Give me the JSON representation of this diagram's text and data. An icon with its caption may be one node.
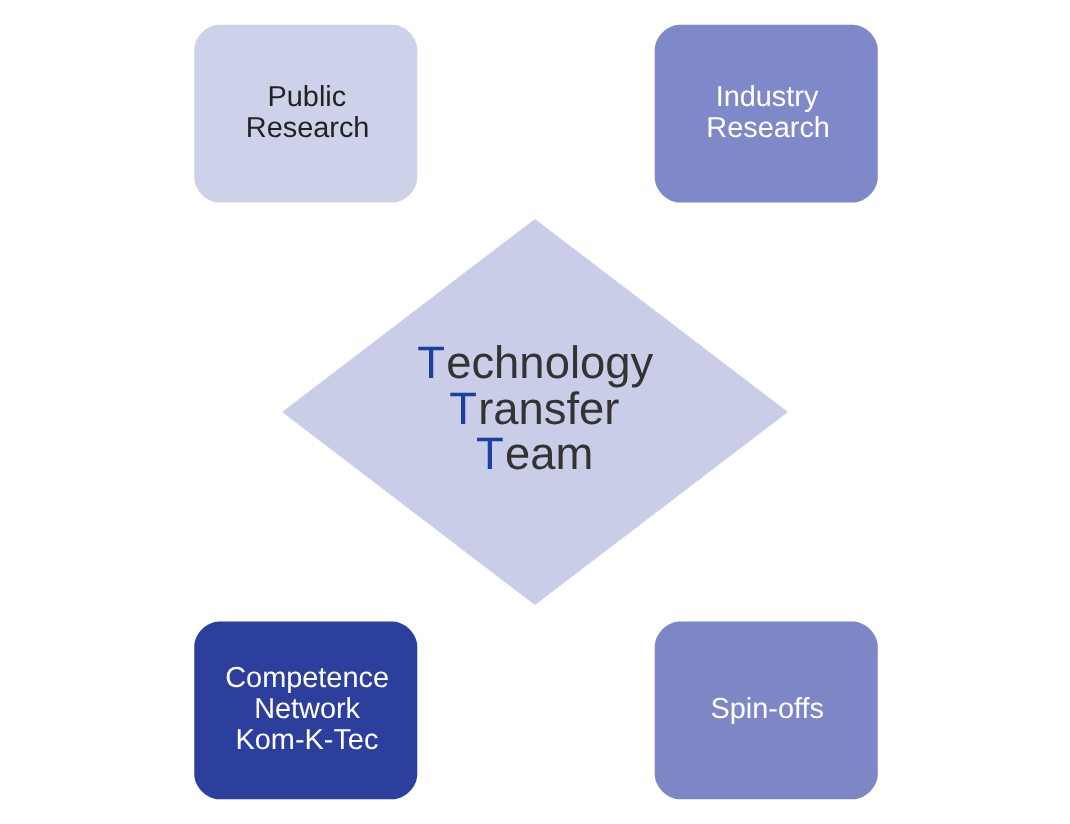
{
  "diagram": {
    "nodes": [
      {
        "text": [
          "Public Research"
        ]
      },
      {
        "text": [
          "Industry Research"
        ]
      },
      {
        "text": [
          "Technology Transfer Team"
        ]
      },
      {
        "text": [
          "Competence Network Kom-K-Tec"
        ]
      },
      {
        "text": [
          "Spin-offs"
        ]
      }
    ]
  }
}
